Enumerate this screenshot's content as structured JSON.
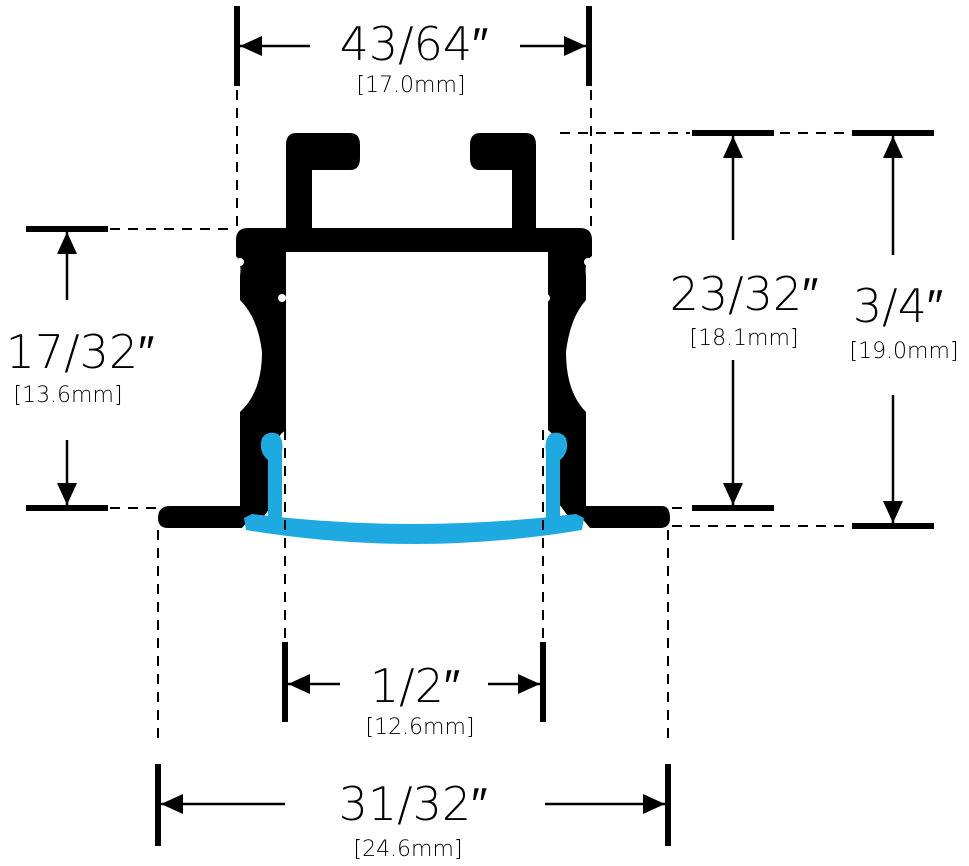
{
  "colors": {
    "profile": "#000000",
    "diffuser": "#1fa9e1",
    "background": "#ffffff"
  },
  "dimensions": {
    "top_width": {
      "imperial": "43/64″",
      "metric": "[17.0mm]"
    },
    "left_height": {
      "imperial": "17/32″",
      "metric": "[13.6mm]"
    },
    "inner_height": {
      "imperial": "23/32″",
      "metric": "[18.1mm]"
    },
    "total_height": {
      "imperial": "3/4″",
      "metric": "[19.0mm]"
    },
    "inner_width": {
      "imperial": "1/2″",
      "metric": "[12.6mm]"
    },
    "flange_width": {
      "imperial": "31/32″",
      "metric": "[24.6mm]"
    }
  }
}
